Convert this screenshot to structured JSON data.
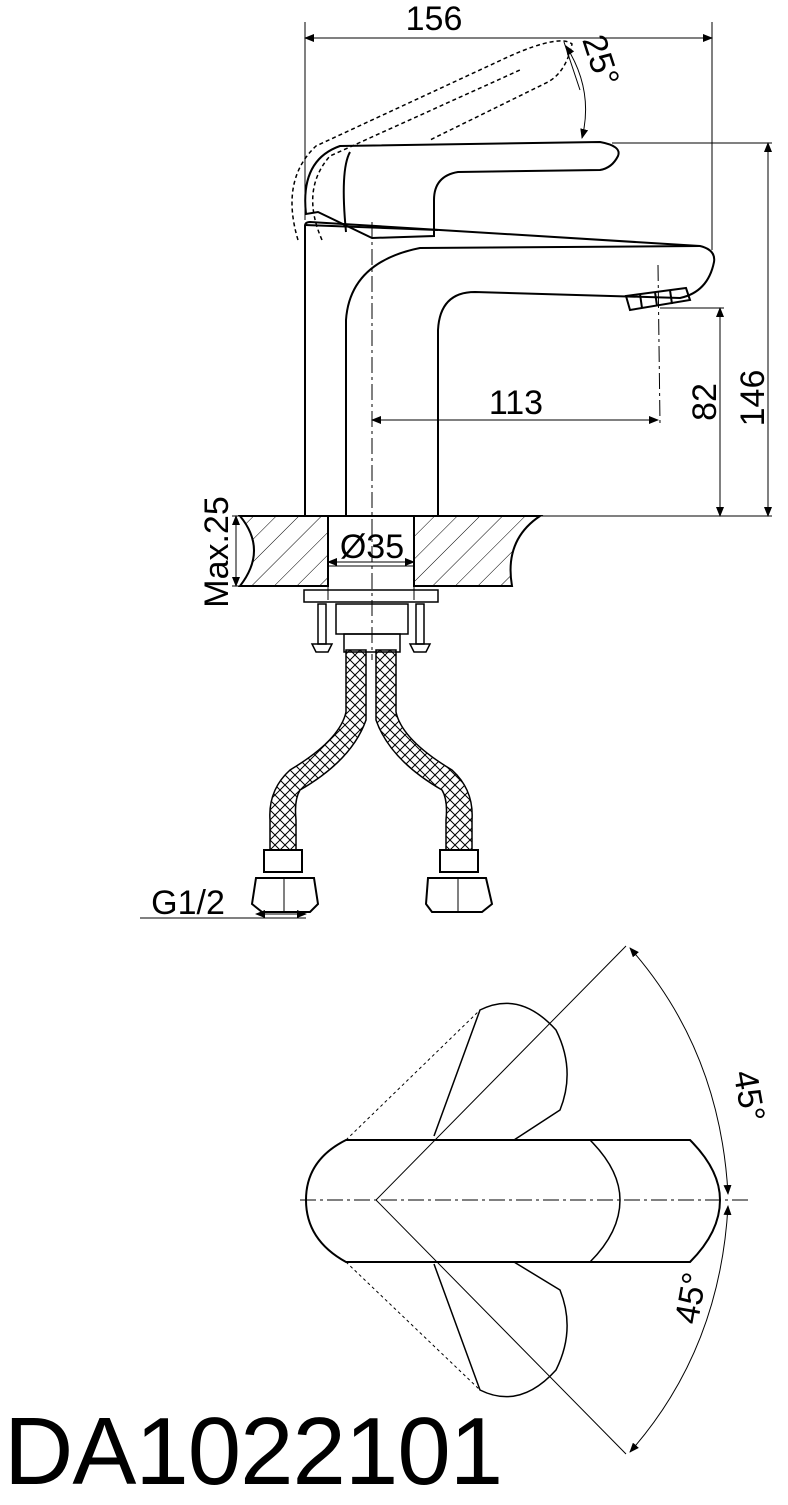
{
  "model_number": "DA1022101",
  "dimensions": {
    "overall_length": "156",
    "handle_angle": "25°",
    "spout_reach": "113",
    "outlet_height": "82",
    "total_height": "146",
    "base_diameter": "Ø35",
    "max_deck_thickness": "Max.25",
    "connection_thread": "G1/2",
    "rotation_left": "45°",
    "rotation_right": "45°"
  },
  "colors": {
    "line": "#000000",
    "background": "#ffffff"
  }
}
